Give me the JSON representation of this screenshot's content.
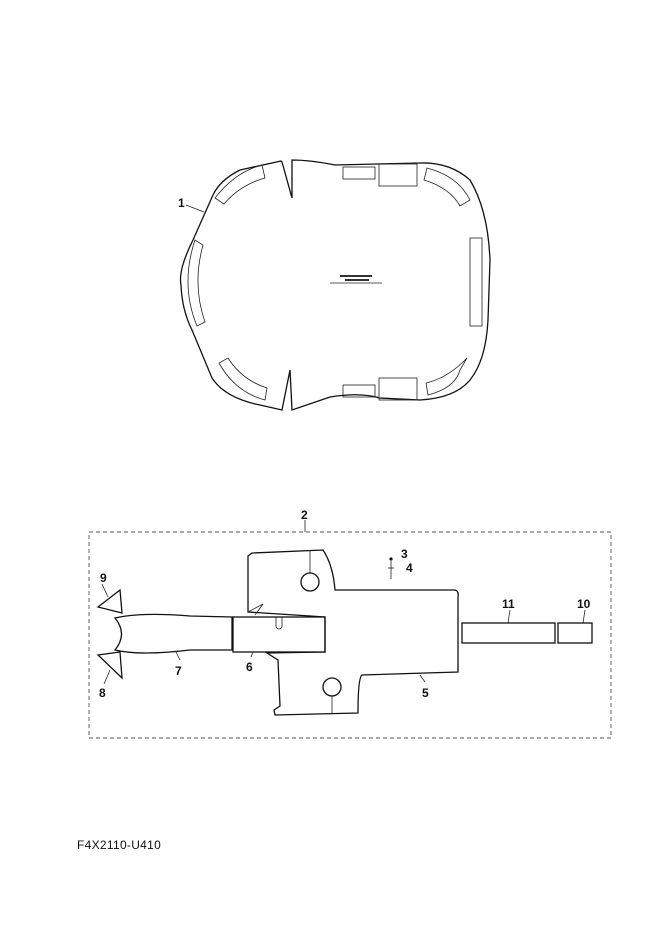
{
  "callouts": {
    "p1": "1",
    "p2": "2",
    "p3": "3",
    "p4": "4",
    "p5": "5",
    "p6": "6",
    "p7": "7",
    "p8": "8",
    "p9": "9",
    "p10": "10",
    "p11": "11"
  },
  "figure_code": "F4X2110-U410"
}
